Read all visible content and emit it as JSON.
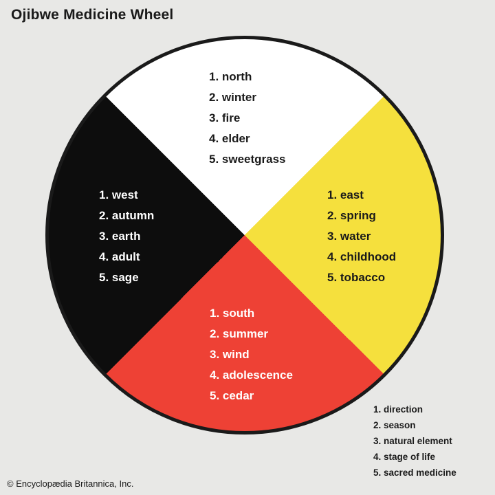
{
  "title": "Ojibwe Medicine Wheel",
  "quadrants": {
    "north": {
      "direction": "north",
      "items": [
        "1. north",
        "2. winter",
        "3. fire",
        "4. elder",
        "5. sweetgrass"
      ]
    },
    "east": {
      "direction": "east",
      "items": [
        "1. east",
        "2. spring",
        "3. water",
        "4. childhood",
        "5. tobacco"
      ]
    },
    "south": {
      "direction": "south",
      "items": [
        "1. south",
        "2. summer",
        "3. wind",
        "4. adolescence",
        "5. cedar"
      ]
    },
    "west": {
      "direction": "west",
      "items": [
        "1. west",
        "2. autumn",
        "3. earth",
        "4. adult",
        "5. sage"
      ]
    }
  },
  "legend": {
    "items": [
      "1. direction",
      "2. season",
      "3. natural element",
      "4. stage of life",
      "5. sacred medicine"
    ]
  },
  "attribution": "© Encyclopædia Britannica, Inc.",
  "colors": {
    "north_segment": "#ffffff",
    "east_segment": "#f5e03d",
    "south_segment": "#ee4135",
    "west_segment": "#0d0d0d",
    "outline": "#1a1a1a",
    "background": "#e8e8e6",
    "dark_text": "#1a1a1a",
    "light_text": "#ffffff"
  }
}
